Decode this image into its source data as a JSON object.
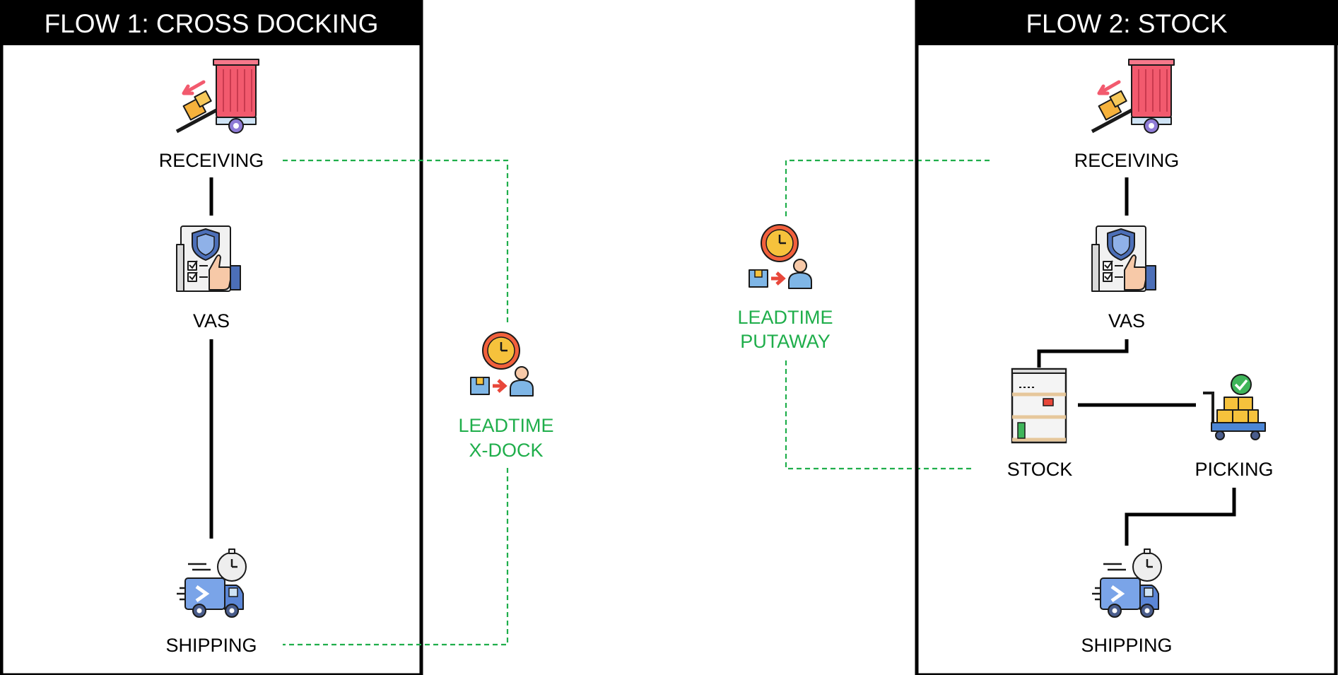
{
  "flow1": {
    "title": "FLOW 1: CROSS DOCKING",
    "steps": {
      "receiving": "RECEIVING",
      "vas": "VAS",
      "shipping": "SHIPPING"
    }
  },
  "flow2": {
    "title": "FLOW 2: STOCK",
    "steps": {
      "receiving": "RECEIVING",
      "vas": "VAS",
      "stock": "STOCK",
      "picking": "PICKING",
      "shipping": "SHIPPING"
    }
  },
  "leadtimes": {
    "xdock": {
      "line1": "LEADTIME",
      "line2": "X-DOCK"
    },
    "putaway": {
      "line1": "LEADTIME",
      "line2": "PUTAWAY"
    }
  },
  "colors": {
    "frame": "#000000",
    "dashed_connector": "#1fae4b",
    "leadtime_text": "#1fae4b"
  },
  "icons": [
    "receiving-truck-icon",
    "vas-checklist-icon",
    "shipping-truck-icon",
    "stock-shelf-icon",
    "picking-cart-icon",
    "leadtime-clock-icon"
  ]
}
